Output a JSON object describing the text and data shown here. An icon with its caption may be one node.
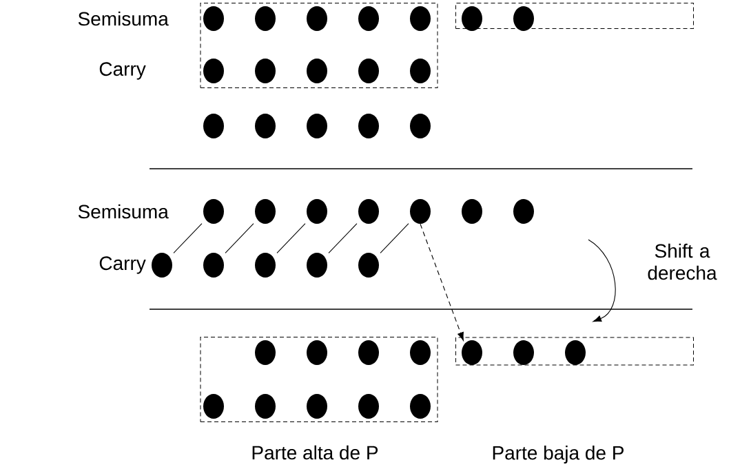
{
  "diagram": {
    "nodes": [
      {
        "text": [],
        "shape": "box"
      },
      {
        "text": [],
        "shape": "circle",
        "in": 0
      },
      {
        "text": [],
        "shape": "circle",
        "in": 0
      },
      {
        "text": [],
        "shape": "circle",
        "in": 0
      },
      {
        "text": [],
        "shape": "circle",
        "in": 0
      },
      {
        "text": [],
        "shape": "circle",
        "in": 0
      },
      {
        "text": [],
        "shape": "circle",
        "in": 0
      },
      {
        "text": [],
        "shape": "circle",
        "in": 0
      },
      {
        "text": [],
        "shape": "circle",
        "in": 0
      },
      {
        "text": [],
        "shape": "circle",
        "in": 0
      },
      {
        "text": [],
        "shape": "circle",
        "in": 0
      },
      {
        "text": [],
        "shape": "box"
      },
      {
        "text": [],
        "shape": "circle",
        "in": 11
      },
      {
        "text": [],
        "shape": "circle",
        "in": 11
      },
      {
        "text": [],
        "shape": "circle"
      },
      {
        "text": [],
        "shape": "circle"
      },
      {
        "text": [],
        "shape": "circle"
      },
      {
        "text": [],
        "shape": "circle"
      },
      {
        "text": [],
        "shape": "circle"
      },
      {
        "text": [],
        "shape": "circle"
      },
      {
        "text": [],
        "shape": "circle"
      },
      {
        "text": [],
        "shape": "circle"
      },
      {
        "text": [],
        "shape": "circle"
      },
      {
        "text": [],
        "shape": "circle"
      },
      {
        "text": [],
        "shape": "circle"
      },
      {
        "text": [],
        "shape": "circle"
      },
      {
        "text": [],
        "shape": "circle"
      },
      {
        "text": [],
        "shape": "circle"
      },
      {
        "text": [],
        "shape": "circle"
      },
      {
        "text": [],
        "shape": "circle"
      },
      {
        "text": [],
        "shape": "circle"
      },
      {
        "text": [
          "Parte alta de P"
        ]
      },
      {
        "text": [],
        "shape": "circle",
        "in": 31
      },
      {
        "text": [],
        "shape": "circle",
        "in": 31
      },
      {
        "text": [],
        "shape": "circle",
        "in": 31
      },
      {
        "text": [],
        "shape": "circle",
        "in": 31
      },
      {
        "text": [],
        "shape": "circle",
        "in": 31
      },
      {
        "text": [],
        "shape": "circle",
        "in": 31
      },
      {
        "text": [],
        "shape": "circle",
        "in": 31
      },
      {
        "text": [],
        "shape": "circle",
        "in": 31
      },
      {
        "text": [],
        "shape": "circle",
        "in": 31
      },
      {
        "text": [],
        "shape": "box"
      },
      {
        "text": [],
        "shape": "circle",
        "in": 41
      },
      {
        "text": [],
        "shape": "circle",
        "in": 41
      },
      {
        "text": [],
        "shape": "circle",
        "in": 41
      }
    ],
    "edges": [
      {
        "from": 26,
        "to": 19,
        "arrow": "none"
      },
      {
        "from": 27,
        "to": 20,
        "arrow": "none"
      },
      {
        "from": 28,
        "to": 21,
        "arrow": "none"
      },
      {
        "from": 29,
        "to": 22,
        "arrow": "none"
      },
      {
        "from": 30,
        "to": 23,
        "arrow": "none"
      },
      {
        "from": 23,
        "to": 42,
        "arrow": "to",
        "style": "dashed"
      },
      {
        "from": null,
        "to": 41,
        "arrow": "to",
        "label": "Shift a derecha"
      }
    ],
    "labels": [
      "Semisuma",
      "Carry",
      "Semisuma",
      "Carry",
      "Parte baja de P"
    ]
  }
}
